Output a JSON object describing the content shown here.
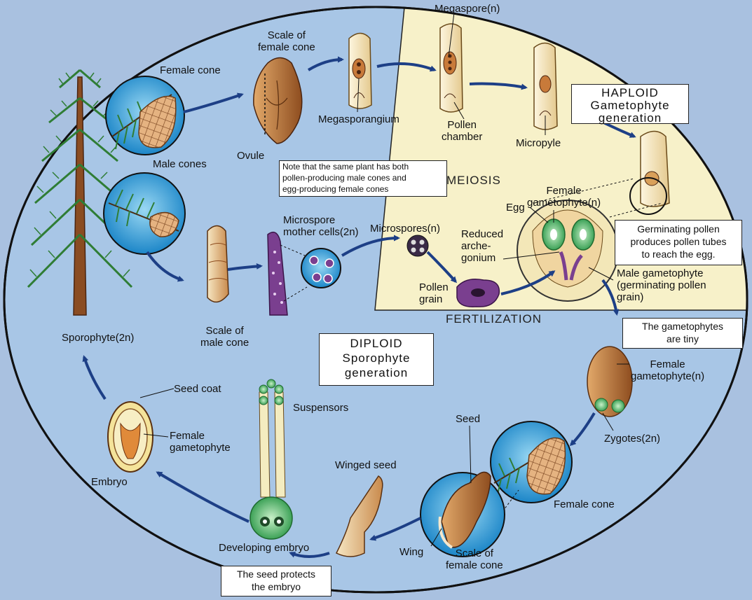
{
  "generations": {
    "haploid": [
      "HAPLOID",
      "Gametophyte",
      "generation"
    ],
    "diploid": [
      "DIPLOID",
      "Sporophyte",
      "generation"
    ]
  },
  "processes": {
    "meiosis": "MEIOSIS",
    "fertilization": "FERTILIZATION"
  },
  "notes": {
    "same_plant": [
      "Note that the same plant has both",
      "pollen-producing male cones and",
      "egg-producing female cones"
    ],
    "germinating": [
      "Germinating pollen",
      "produces pollen tubes",
      "to reach the egg."
    ],
    "tiny": [
      "The gametophytes",
      "are tiny"
    ],
    "seed_protects": [
      "The seed protects",
      "the embryo"
    ]
  },
  "labels": {
    "female_cone_top": "Female cone",
    "male_cones": "Male cones",
    "scale_female_top": [
      "Scale of",
      "female cone"
    ],
    "ovule": "Ovule",
    "megaspore": "Megaspore(n)",
    "megasporangium": "Megasporangium",
    "pollen_chamber": [
      "Pollen",
      "chamber"
    ],
    "micropyle": "Micropyle",
    "female_gametophyte_n": [
      "Female",
      "gametophyte(n)"
    ],
    "egg": "Egg",
    "reduced_archegonium": [
      "Reduced",
      "arche-",
      "gonium"
    ],
    "microspore_mother": [
      "Microspore",
      "mother cells(2n)"
    ],
    "microspores": "Microspores(n)",
    "pollen_grain": [
      "Pollen",
      "grain"
    ],
    "male_gametophyte": [
      "Male gametophyte",
      "(germinating pollen",
      "grain)"
    ],
    "scale_male": [
      "Scale of",
      "male cone"
    ],
    "sporophyte": "Sporophyte(2n)",
    "female_gametophyte_right": [
      "Female",
      "gametophyte(n)"
    ],
    "zygotes": "Zygotes(2n)",
    "seed": "Seed",
    "female_cone_bottom": "Female cone",
    "winged_seed": "Winged seed",
    "wing": "Wing",
    "scale_female_bottom": [
      "Scale of",
      "female cone"
    ],
    "suspensors": "Suspensors",
    "developing_embryo": "Developing embryo",
    "seed_coat": "Seed coat",
    "female_gametophyte_seed": [
      "Female",
      "gametophyte"
    ],
    "embryo": "Embryo"
  },
  "colors": {
    "background": "#a9c1e0",
    "diploid_region": "#a8c6e6",
    "haploid_region": "#f7f1c9",
    "arrow": "#1d3f86",
    "cone_circle": "#2e9bd6",
    "embryo_green": "#4fbf6a",
    "microspore_purple": "#7a3f8f"
  }
}
